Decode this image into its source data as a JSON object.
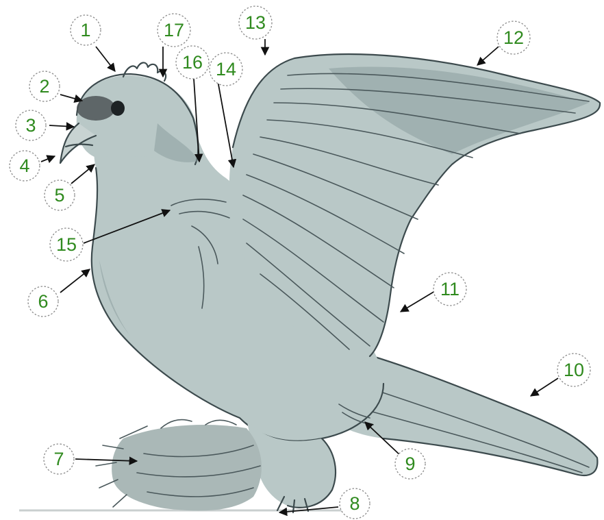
{
  "diagram": {
    "subject": "pigeon",
    "label_color": "#2f8a1e",
    "labels": [
      {
        "id": 1,
        "text": "1"
      },
      {
        "id": 2,
        "text": "2"
      },
      {
        "id": 3,
        "text": "3"
      },
      {
        "id": 4,
        "text": "4"
      },
      {
        "id": 5,
        "text": "5"
      },
      {
        "id": 6,
        "text": "6"
      },
      {
        "id": 7,
        "text": "7"
      },
      {
        "id": 8,
        "text": "8"
      },
      {
        "id": 9,
        "text": "9"
      },
      {
        "id": 10,
        "text": "10"
      },
      {
        "id": 11,
        "text": "11"
      },
      {
        "id": 12,
        "text": "12"
      },
      {
        "id": 13,
        "text": "13"
      },
      {
        "id": 14,
        "text": "14"
      },
      {
        "id": 15,
        "text": "15"
      },
      {
        "id": 16,
        "text": "16"
      },
      {
        "id": 17,
        "text": "17"
      }
    ]
  }
}
